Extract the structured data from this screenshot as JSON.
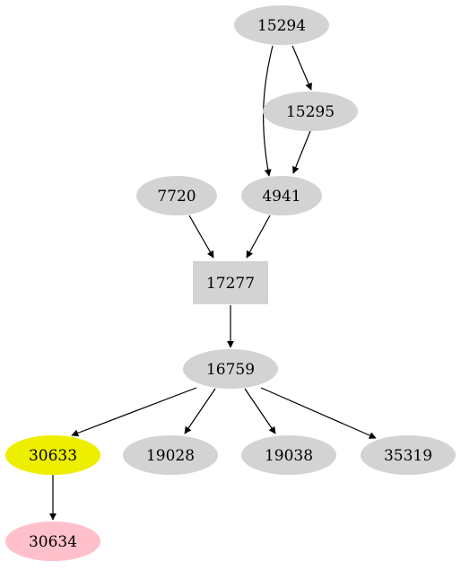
{
  "graph": {
    "nodes": [
      {
        "id": "15294",
        "label": "15294",
        "shape": "ellipse",
        "color": "#d3d3d3"
      },
      {
        "id": "15295",
        "label": "15295",
        "shape": "ellipse",
        "color": "#d3d3d3"
      },
      {
        "id": "7720",
        "label": "7720",
        "shape": "ellipse",
        "color": "#d3d3d3"
      },
      {
        "id": "4941",
        "label": "4941",
        "shape": "ellipse",
        "color": "#d3d3d3"
      },
      {
        "id": "17277",
        "label": "17277",
        "shape": "box",
        "color": "#d3d3d3"
      },
      {
        "id": "16759",
        "label": "16759",
        "shape": "ellipse",
        "color": "#d3d3d3"
      },
      {
        "id": "30633",
        "label": "30633",
        "shape": "ellipse",
        "color": "#eeee00"
      },
      {
        "id": "19028",
        "label": "19028",
        "shape": "ellipse",
        "color": "#d3d3d3"
      },
      {
        "id": "19038",
        "label": "19038",
        "shape": "ellipse",
        "color": "#d3d3d3"
      },
      {
        "id": "35319",
        "label": "35319",
        "shape": "ellipse",
        "color": "#d3d3d3"
      },
      {
        "id": "30634",
        "label": "30634",
        "shape": "ellipse",
        "color": "#ffc0cb"
      }
    ],
    "edges": [
      {
        "from": "15294",
        "to": "4941"
      },
      {
        "from": "15294",
        "to": "15295"
      },
      {
        "from": "15295",
        "to": "4941"
      },
      {
        "from": "7720",
        "to": "17277"
      },
      {
        "from": "4941",
        "to": "17277"
      },
      {
        "from": "17277",
        "to": "16759"
      },
      {
        "from": "16759",
        "to": "30633"
      },
      {
        "from": "16759",
        "to": "19028"
      },
      {
        "from": "16759",
        "to": "19038"
      },
      {
        "from": "16759",
        "to": "35319"
      },
      {
        "from": "30633",
        "to": "30634"
      }
    ]
  }
}
